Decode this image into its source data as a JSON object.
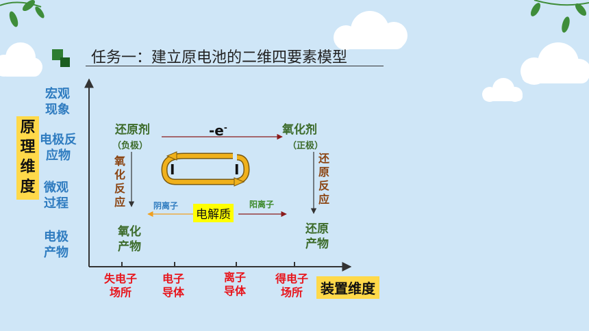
{
  "title": "任务一：建立原电池的二维四要素模型",
  "y_dimension": "原理维度",
  "x_dimension": "装置维度",
  "rows": [
    "宏观\n现象",
    "电极反\n应物",
    "微观\n过程",
    "电极\n产物"
  ],
  "columns": [
    "失电子\n场所",
    "电子\n导体",
    "离子\n导体",
    "得电子\n场所"
  ],
  "reductant": "还原剂",
  "negative_electrode": "（负极）",
  "oxidant": "氧化剂",
  "positive_electrode": "（正极）",
  "electron_symbol": "-e",
  "electron_charge": "-",
  "oxidation_reaction": "氧化反应",
  "reduction_reaction": "还原反应",
  "oxidation_product": "氧化\n产物",
  "reduction_product": "还原\n产物",
  "electrolyte": "电解质",
  "anion": "阴离子",
  "cation": "阳离子",
  "current_left": "I",
  "current_right": "I",
  "colors": {
    "background": "#cfe6f7",
    "row_label": "#2f7cc0",
    "column_label": "#e8141b",
    "species": "#3c6b2a",
    "reaction": "#8b4513",
    "dimension_box": "#ffd94a",
    "electrolyte_box": "#ffff00",
    "current_loop": "#f0b11c"
  }
}
